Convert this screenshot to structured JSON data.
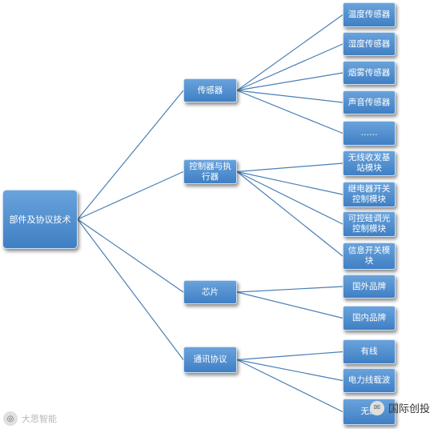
{
  "diagram": {
    "root": "部件及协议技术",
    "categories": [
      {
        "label": "传感器",
        "children": [
          "温度传感器",
          "湿度传感器",
          "烟雾传感器",
          "声音传感器",
          "……"
        ]
      },
      {
        "label": "控制器与执行器",
        "children": [
          "无线收发基站模块",
          "继电器开关控制模块",
          "可控硅调光控制模块",
          "信息开关模块"
        ]
      },
      {
        "label": "芯片",
        "children": [
          "国外品牌",
          "国内品牌"
        ]
      },
      {
        "label": "通讯协议",
        "children": [
          "有线",
          "电力线载波",
          "无线"
        ]
      }
    ]
  },
  "watermarks": {
    "left": "大思智能",
    "right": "国际创投"
  }
}
